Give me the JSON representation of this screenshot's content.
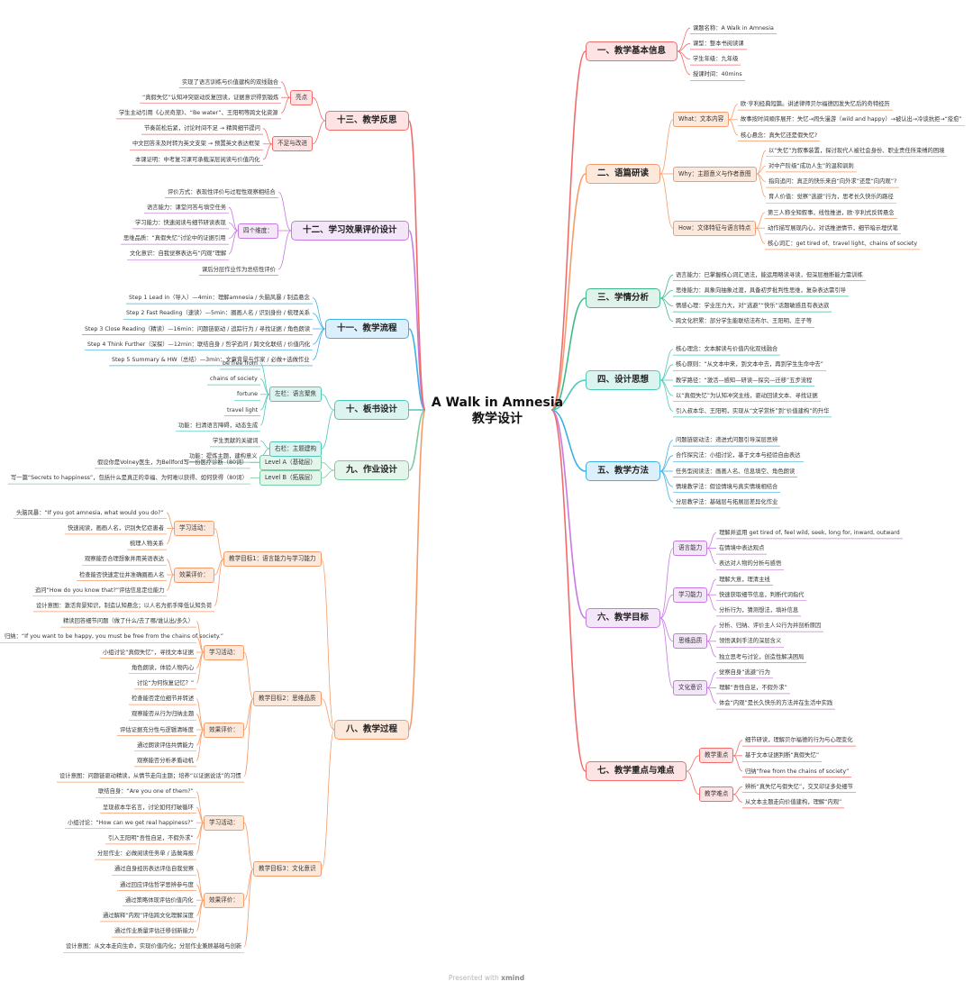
{
  "title_line1": "A Walk in Amnesia",
  "title_line2": "教学设计",
  "footer_prefix": "Presented with",
  "footer_brand": "xmind",
  "branches": [
    {
      "label": "一、教学基本信息",
      "color": "#f26b6b",
      "tint": "#fde3e3",
      "children": [
        {
          "label": "课题名称：A Walk in Amnesia"
        },
        {
          "label": "课型：整本书阅读课"
        },
        {
          "label": "学生年级：九年级"
        },
        {
          "label": "授课时间：40mins"
        }
      ]
    },
    {
      "label": "二、语篇研读",
      "color": "#f59c6a",
      "tint": "#fde9dc",
      "children": [
        {
          "label": "What：文本内容",
          "children": [
            {
              "label": "欧·亨利经典短篇。讲述律师贝尔福德因发失忆后的奇特经历"
            },
            {
              "label": "故事按时间顺序展开：失忆→闹头漫游（wild and happy）→被认出→冷谈抗拒→“痊愈”"
            },
            {
              "label": "核心悬念：真失忆还是假失忆?"
            }
          ]
        },
        {
          "label": "Why：主题意义与作者意图",
          "children": [
            {
              "label": "以“失忆”为叙事装置，探讨现代人被社会身份、职业责任所束缚的困境"
            },
            {
              "label": "对中产阶级“成功人生”的温和讽刺"
            },
            {
              "label": "指向追问：真正的快乐来自“向外求”还是“向内观”?"
            },
            {
              "label": "育人价值：觉察“逃避”行为，思考长久快乐的路径"
            }
          ]
        },
        {
          "label": "How：文体特征与语言特点",
          "children": [
            {
              "label": "第三人称全知叙事，线性推进，欧·亨利式反转悬念"
            },
            {
              "label": "动作描写展现内心，对话推进情节，细节暗示埋伏笔"
            },
            {
              "label": "核心词汇：get tired of、travel light、chains of society"
            }
          ]
        }
      ]
    },
    {
      "label": "三、学情分析",
      "color": "#3fb98a",
      "tint": "#dff3ea",
      "children": [
        {
          "label": "语言能力：已掌握核心词汇语法，能运用略读寻读，但深层推断能力需训练"
        },
        {
          "label": "思维能力：具象向抽象过渡，具备初步批判性思维，复杂表达需引导"
        },
        {
          "label": "情感心理：学业压力大，对“逃避”“快乐”话题敏感且有表达欲"
        },
        {
          "label": "跨文化积累：部分学生能联结法布尔、王阳明、庄子等"
        }
      ]
    },
    {
      "label": "四、设计思想",
      "color": "#4cc9b8",
      "tint": "#dcf4f0",
      "children": [
        {
          "label": "核心理念：文本解读与价值内化双线融合"
        },
        {
          "label": "核心原则：“从文本中来，到文本中去，再到学生生命中去”"
        },
        {
          "label": "教学路径：“激活—感知—研读—探究—迁移”五步流程"
        },
        {
          "label": "以“真假失忆”为认知冲突主线，驱动回读文本、寻找证据"
        },
        {
          "label": "引入叔本华、王阳明，实现从“文学赏析”到“价值建构”的升华"
        }
      ]
    },
    {
      "label": "五、教学方法",
      "color": "#3fb0e6",
      "tint": "#dcf0fb",
      "children": [
        {
          "label": "问题链驱动法：递进式问题引导深层思辨"
        },
        {
          "label": "合作探究法：小组讨论，基于文本与经验自由表达"
        },
        {
          "label": "任务型阅读法：画画人名、信息填空、角色朗读"
        },
        {
          "label": "情境教学法：假设情境与真实情境相结合"
        },
        {
          "label": "分层教学法：基础层与拓展层差异化作业"
        }
      ]
    },
    {
      "label": "六、教学目标",
      "color": "#c77ae0",
      "tint": "#f3e6f9",
      "children": [
        {
          "label": "语言能力",
          "children": [
            {
              "label": "理解并运用 get tired of, feel wild, seek, long for, inward, outward"
            },
            {
              "label": "在情境中表达观点"
            },
            {
              "label": "表达对人物的分析与感悟"
            }
          ]
        },
        {
          "label": "学习能力",
          "children": [
            {
              "label": "理解大意，理清主线"
            },
            {
              "label": "快速获取细节信息，判断代词指代"
            },
            {
              "label": "分析行为，猜测想法，填补信息"
            }
          ]
        },
        {
          "label": "思维品质",
          "children": [
            {
              "label": "分析、归纳、评价主人公行为并剖析原因"
            },
            {
              "label": "领悟讽刺手法的深层含义"
            },
            {
              "label": "独立思考与讨论，创造性解决困局"
            }
          ]
        },
        {
          "label": "文化意识",
          "children": [
            {
              "label": "觉察自身“逃避”行为"
            },
            {
              "label": "理解“吾性自足，不假外求”"
            },
            {
              "label": "体会“内观”是长久快乐的方法并在生活中实践"
            }
          ]
        }
      ]
    },
    {
      "label": "七、教学重点与难点",
      "color": "#f26b6b",
      "tint": "#fde3e3",
      "children": [
        {
          "label": "教学重点",
          "children": [
            {
              "label": "细节研读，理解贝尔福德的行为与心理变化"
            },
            {
              "label": "基于文本证据判断“真假失忆”"
            },
            {
              "label": "归纳“free from the chains of society”"
            }
          ]
        },
        {
          "label": "教学难点",
          "children": [
            {
              "label": "辨析“真失忆与假失忆”，交叉印证多处细节"
            },
            {
              "label": "从文本主题走向价值建构，理解“内观”"
            }
          ]
        }
      ]
    },
    {
      "label": "八、教学过程",
      "color": "#f59c6a",
      "tint": "#fde9dc",
      "children": [
        {
          "label": "教学目标1：语言能力与学习能力",
          "children": [
            {
              "label": "学习活动：",
              "children": [
                {
                  "label": "头脑风暴：“If you got amnesia, what would you do?”"
                },
                {
                  "label": "快速阅读，画画人名，识别失忆症患者"
                },
                {
                  "label": "梳理人物关系"
                }
              ]
            },
            {
              "label": "效果评价：",
              "children": [
                {
                  "label": "观察能否合理想象并用英语表达"
                },
                {
                  "label": "检查能否快速定位并准确圈画人名"
                },
                {
                  "label": "追问“How do you know that?”评估信息定位能力"
                }
              ]
            },
            {
              "label": "设计意图：激活背景知识，制造认知悬念；以人名为抓手降低认知负荷"
            }
          ]
        },
        {
          "label": "教学目标2：思维品质",
          "children": [
            {
              "label": "学习活动：",
              "children": [
                {
                  "label": "精读回答细节问题（做了什么/去了哪/谁认出/多久）"
                },
                {
                  "label": "归纳：“If you want to be happy, you must be free from the chains of society.”"
                },
                {
                  "label": "小组讨论“真假失忆”，寻找文本证据"
                },
                {
                  "label": "角色朗读，体验人物内心"
                },
                {
                  "label": "讨论“为何恢复记忆？”"
                }
              ]
            },
            {
              "label": "效果评价：",
              "children": [
                {
                  "label": "检查能否定位细节并转述"
                },
                {
                  "label": "观察能否从行为归纳主题"
                },
                {
                  "label": "评估证据充分性与逻辑清晰度"
                },
                {
                  "label": "通过朗读评估共情能力"
                },
                {
                  "label": "观察能否分析矛盾动机"
                }
              ]
            },
            {
              "label": "设计意图：问题链驱动精读，从情节走向主题；培养“以证据说话”的习惯"
            }
          ]
        },
        {
          "label": "教学目标3：文化意识",
          "children": [
            {
              "label": "学习活动：",
              "children": [
                {
                  "label": "联结自身：“Are you one of them?”"
                },
                {
                  "label": "呈现叔本华名言，讨论如何打破循环"
                },
                {
                  "label": "小组讨论：“How can we get real happiness?”"
                },
                {
                  "label": "引入王阳明“吾性自足，不假外求”"
                },
                {
                  "label": "分层作业：必做阅读任务单 / 选做海报"
                }
              ]
            },
            {
              "label": "效果评价：",
              "children": [
                {
                  "label": "通过自身经历表达评估自我觉察"
                },
                {
                  "label": "通过回应评估哲学思辨参与度"
                },
                {
                  "label": "通过策略体现评估价值内化"
                },
                {
                  "label": "通过解释“内观”评估跨文化理解深度"
                },
                {
                  "label": "通过作业质量评估迁移创新能力"
                }
              ]
            },
            {
              "label": "设计意图：从文本走向生命，实现价值内化；分层作业兼顾基础与创新"
            }
          ]
        }
      ]
    },
    {
      "label": "九、作业设计",
      "color": "#7ccba0",
      "tint": "#e4f5eb",
      "children": [
        {
          "label": "Level A（基础层）",
          "children": [
            {
              "label": "假设你是Volney医生，为Bellford写一份医疗诊断（80词）"
            }
          ]
        },
        {
          "label": "Level B（拓展层）",
          "children": [
            {
              "label": "写一篇“Secrets to happiness”，包括什么是真正的幸福、为何难以获得、如何获得（80词）"
            }
          ]
        }
      ]
    },
    {
      "label": "十、板书设计",
      "color": "#4cc9b8",
      "tint": "#dcf4f0",
      "children": [
        {
          "label": "左栏：语言聚焦",
          "children": [
            {
              "label": "be free from"
            },
            {
              "label": "chains of society"
            },
            {
              "label": "fortune"
            },
            {
              "label": "travel light"
            },
            {
              "label": "功能：扫清语言障碍，动态生成"
            }
          ]
        },
        {
          "label": "右栏：主题建构",
          "children": [
            {
              "label": "学生贡献的关键词"
            },
            {
              "label": "功能：提炼主题，建构意义"
            }
          ]
        }
      ]
    },
    {
      "label": "十一、教学流程",
      "color": "#3fb0e6",
      "tint": "#dcf0fb",
      "children": [
        {
          "label": "Step 1 Lead in（导入）—4min：理解amnesia / 头脑风暴 / 制造悬念"
        },
        {
          "label": "Step 2 Fast Reading（速读）—5min：圈画人名 / 识别身份 / 梳理关系"
        },
        {
          "label": "Step 3 Close Reading（精读）—16min：问题链驱动 / 追踪行为 / 寻找证据 / 角色朗读"
        },
        {
          "label": "Step 4 Think Further（深探）—12min：联结自身 / 哲学追问 / 跨文化联结 / 价值内化"
        },
        {
          "label": "Step 5 Summary & HW（总结）—3min：文章背景与作家 / 必做+选做作业"
        }
      ]
    },
    {
      "label": "十二、学习效果评价设计",
      "color": "#c77ae0",
      "tint": "#f3e6f9",
      "children": [
        {
          "label": "评价方式：表现性评价与过程性观察相结合"
        },
        {
          "label": "四个维度：",
          "children": [
            {
              "label": "语言能力：课堂问答与填空任务"
            },
            {
              "label": "学习能力：快速阅读与细节研读表现"
            },
            {
              "label": "思维品质：“真假失忆”讨论中的证据引用"
            },
            {
              "label": "文化意识：自我觉察表达与“内观”理解"
            }
          ]
        },
        {
          "label": "课后分层作业作为总结性评价"
        }
      ]
    },
    {
      "label": "十三、教学反思",
      "color": "#f26b6b",
      "tint": "#fde3e3",
      "children": [
        {
          "label": "亮点",
          "children": [
            {
              "label": "实现了语言训练与价值建构的双线融合"
            },
            {
              "label": "“真假失忆”认知冲突驱动反复回读，证据意识得到锻炼"
            },
            {
              "label": "学生主动引用《心灵奇旅》、“Be water”、王阳明等跨文化资源"
            }
          ]
        },
        {
          "label": "不足与改进",
          "children": [
            {
              "label": "节奏前松后紧，讨论时间不足 → 精简细节提问"
            },
            {
              "label": "中文回答未及时转为英文支架 → 预置英文表达框架"
            },
            {
              "label": "本课证明：中考复习课可承载深层阅读与价值内化"
            }
          ]
        }
      ]
    }
  ]
}
